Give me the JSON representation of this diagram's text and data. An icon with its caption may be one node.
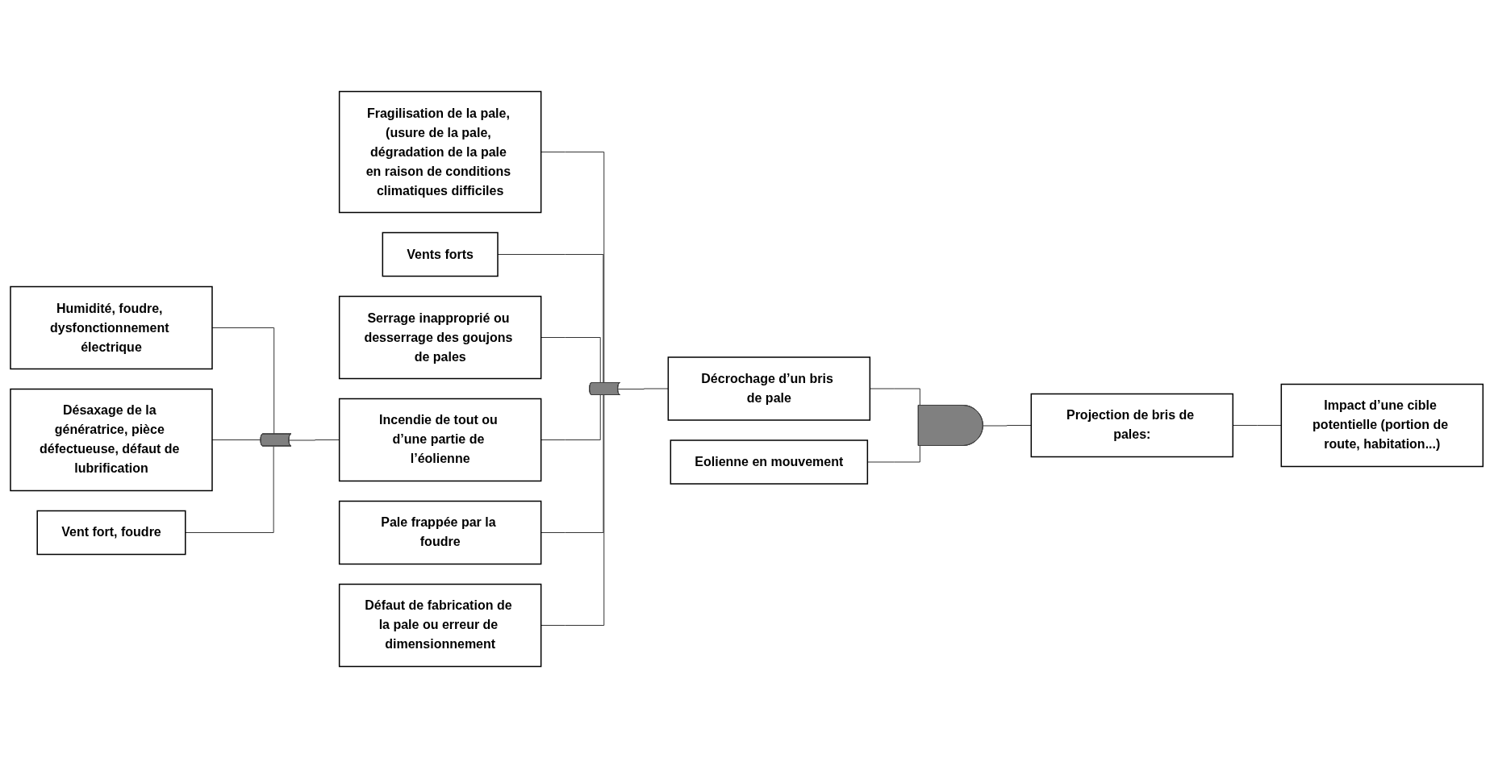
{
  "diagram": {
    "nodes": [
      {
        "text": [
          "Humidité, foudre, dysfonctionnement électrique"
        ]
      },
      {
        "text": [
          "Désaxage de la génératrice, pièce défectueuse, défaut de lubrification"
        ]
      },
      {
        "text": [
          "Vent fort, foudre"
        ]
      },
      {
        "text": [],
        "shape": "crescent"
      },
      {
        "text": [
          "Fragilisation de la pale, (usure de la pale, dégradation de la pale en raison de conditions climatiques difficiles"
        ]
      },
      {
        "text": [
          "Vents forts"
        ]
      },
      {
        "text": [
          "Serrage inapproprié ou desserrage des goujons de pales"
        ]
      },
      {
        "text": [
          "Incendie de tout ou d’une partie de l’éolienne"
        ]
      },
      {
        "text": [
          "Pale frappée par la foudre"
        ]
      },
      {
        "text": [
          "Défaut de fabrication de la pale ou erreur de dimensionnement"
        ]
      },
      {
        "text": [],
        "shape": "crescent"
      },
      {
        "text": [
          "Décrochage d’un bris de pale"
        ]
      },
      {
        "text": [
          "Eolienne en mouvement"
        ]
      },
      {
        "text": [],
        "shape": "semicircle"
      },
      {
        "text": [
          "Projection de bris de pales:"
        ]
      },
      {
        "text": [
          "Impact d’une cible potentielle (portion de route, habitation...)"
        ]
      }
    ],
    "edges": [
      {
        "from": 0,
        "to": 3,
        "arrow": "none"
      },
      {
        "from": 1,
        "to": 3,
        "arrow": "none"
      },
      {
        "from": 2,
        "to": 3,
        "arrow": "none"
      },
      {
        "from": 3,
        "to": 7,
        "arrow": "none"
      },
      {
        "from": 4,
        "to": 10,
        "arrow": "none"
      },
      {
        "from": 5,
        "to": 10,
        "arrow": "none"
      },
      {
        "from": 6,
        "to": 10,
        "arrow": "none"
      },
      {
        "from": 7,
        "to": 10,
        "arrow": "none"
      },
      {
        "from": 8,
        "to": 10,
        "arrow": "none"
      },
      {
        "from": 9,
        "to": 10,
        "arrow": "none"
      },
      {
        "from": 10,
        "to": 11,
        "arrow": "none"
      },
      {
        "from": 11,
        "to": 13,
        "arrow": "none"
      },
      {
        "from": 12,
        "to": 13,
        "arrow": "none"
      },
      {
        "from": 13,
        "to": 14,
        "arrow": "none"
      },
      {
        "from": 14,
        "to": 15,
        "arrow": "none"
      }
    ]
  }
}
